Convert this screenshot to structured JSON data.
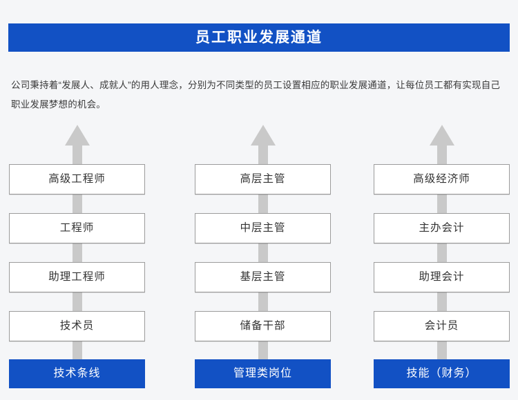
{
  "page": {
    "background_color": "#f5f6f8",
    "accent_color": "#1251c4",
    "box_border_color": "#9b9b9b",
    "arrow_color": "#c9c9c9"
  },
  "header": {
    "title": "员工职业发展通道"
  },
  "intro": {
    "paragraph": "公司秉持着“发展人、成就人”的用人理念，分别为不同类型的员工设置相应的职业发展通道，让每位员工都有实现自己职业发展梦想的机会。"
  },
  "diagram": {
    "type": "career-path-ladders",
    "arrow_direction": "up",
    "columns": [
      {
        "id": "technical",
        "footer_label": "技术条线",
        "levels": [
          "高级工程师",
          "工程师",
          "助理工程师",
          "技术员"
        ]
      },
      {
        "id": "management",
        "footer_label": "管理类岗位",
        "levels": [
          "高层主管",
          "中层主管",
          "基层主管",
          "储备干部"
        ]
      },
      {
        "id": "finance-skill",
        "footer_label": "技能（财务）",
        "levels": [
          "高级经济师",
          "主办会计",
          "助理会计",
          "会计员"
        ]
      }
    ]
  }
}
